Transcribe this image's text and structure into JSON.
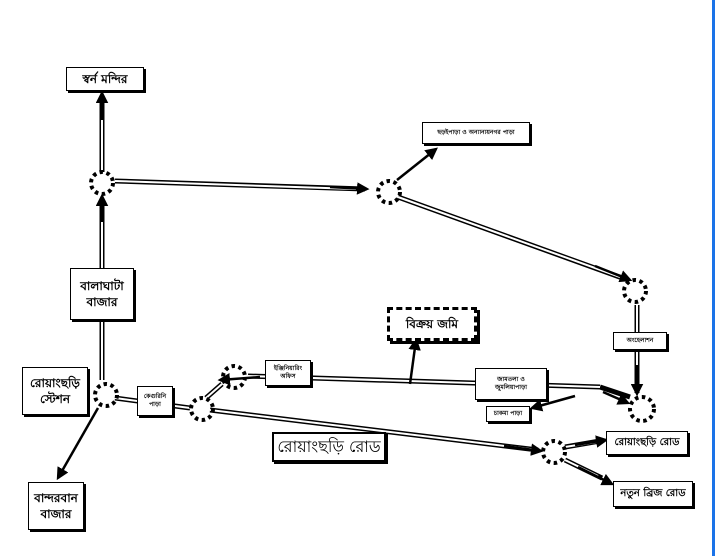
{
  "places": {
    "swarna_mandir": "স্বর্ন মন্দির",
    "balaghata_bazar": "বালাঘাটা\nবাজার",
    "roangchhari_station": "রোয়াংছড়ি\nস্টেশন",
    "bandarban_bazar": "বান্দরবান\nবাজার",
    "chhoichhaipara": "ছড়ইপাড়া ও অন্যান্যয়নগর পাড়া",
    "ongshobari": "অংহেলাশন",
    "bikroy_jomi": "বিক্রয় জমি",
    "roangchhari_road_main": "রোয়াংছড়ি রোড",
    "roangchhari_road_right": "রোয়াংছড়ি রোড",
    "notun_bridge_road": "নতুন ব্রিজ রোড",
    "kaulipara": "কেগুরিনি\nপাড়া",
    "engineering_office": "ইঞ্জিনিয়ারিং\nঅফিস",
    "jamtoli_para": "জামতলা ও\nজুমলিয়াপাড়া",
    "chakma_para": "চাকমা পাড়া"
  },
  "colors": {
    "stroke": "#000000",
    "background": "#ffffff",
    "edge_bar": "#1a73e8"
  }
}
